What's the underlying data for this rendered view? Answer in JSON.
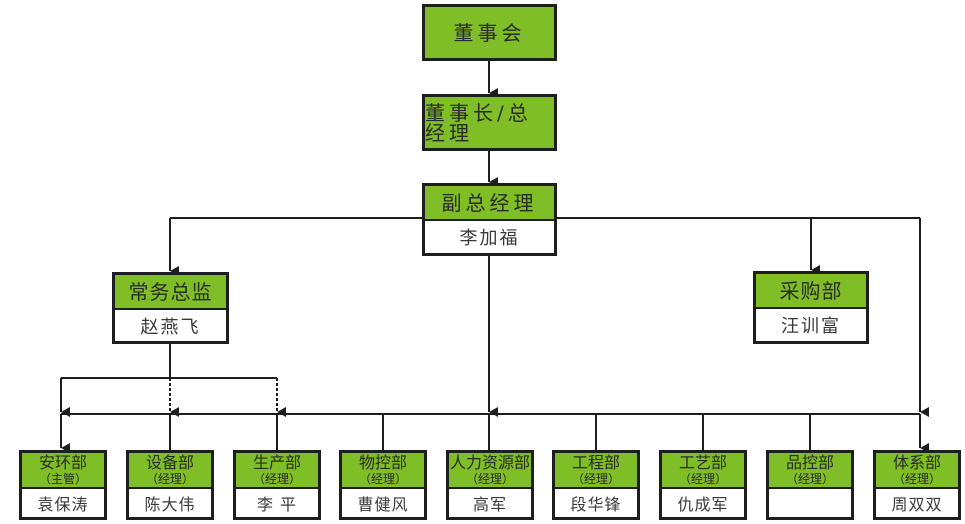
{
  "diagram": {
    "type": "org-chart",
    "colors": {
      "header": "#7fbe26",
      "border": "#1e1e1e",
      "line": "#1e1e1e"
    },
    "nodes": {
      "board": {
        "title": "董事会"
      },
      "chairman": {
        "title": "董事长/总经理"
      },
      "vp": {
        "title": "副总经理",
        "person": "李加福"
      },
      "exec_director": {
        "title": "常务总监",
        "person": "赵燕飞"
      },
      "procurement": {
        "title": "采购部",
        "person": "汪训富"
      }
    },
    "departments": [
      {
        "title": "安环部",
        "role": "（主管）",
        "person": "袁保涛"
      },
      {
        "title": "设备部",
        "role": "（经理）",
        "person": "陈大伟"
      },
      {
        "title": "生产部",
        "role": "（经理）",
        "person": "李  平"
      },
      {
        "title": "物控部",
        "role": "（经理）",
        "person": "曹健风"
      },
      {
        "title": "人力资源部",
        "role": "（经理）",
        "person": "高军"
      },
      {
        "title": "工程部",
        "role": "（经理）",
        "person": "段华锋"
      },
      {
        "title": "工艺部",
        "role": "（经理）",
        "person": "仇成军"
      },
      {
        "title": "品控部",
        "role": "（经理）",
        "person": ""
      },
      {
        "title": "体系部",
        "role": "（经理）",
        "person": "周双双"
      }
    ],
    "edges": [
      {
        "from": "board",
        "to": "chairman",
        "style": "solid"
      },
      {
        "from": "chairman",
        "to": "vp",
        "style": "solid"
      },
      {
        "from": "vp",
        "to": "exec_director",
        "style": "solid"
      },
      {
        "from": "vp",
        "to": "procurement",
        "style": "solid"
      },
      {
        "from": "vp",
        "to": "departments",
        "style": "solid"
      },
      {
        "from": "vp",
        "to": "体系部",
        "style": "solid"
      },
      {
        "from": "exec_director",
        "to": "安环部",
        "style": "solid"
      },
      {
        "from": "exec_director",
        "to": "设备部",
        "style": "dashed"
      },
      {
        "from": "exec_director",
        "to": "生产部",
        "style": "dashed"
      }
    ]
  }
}
